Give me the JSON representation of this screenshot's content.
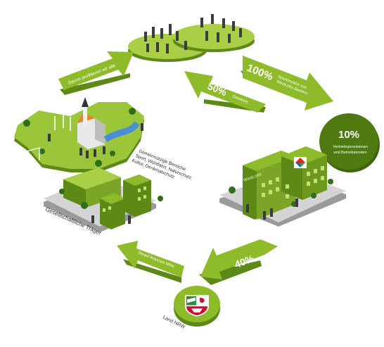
{
  "arrows": {
    "top_left": {
      "text": "Davon profitieren wir alle"
    },
    "top_right": {
      "percent": "100%",
      "text_line1": "Spieleinsätze von",
      "text_line2": "WestLotto-Spielern"
    },
    "middle": {
      "percent": "50%",
      "text": "Gewinne"
    },
    "bottom_right": {
      "percent": "40%"
    },
    "bottom_left": {
      "text": "Darauf finanziert NRW"
    }
  },
  "badge": {
    "percent": "10%",
    "line1": "Vertriebsprovisionen",
    "line2": "und Betriebskosten"
  },
  "labels": {
    "public_areas_title": "Gemeinnützige Bereiche:",
    "public_areas_line1": "Sport, Wohlfahrt, Naturschutz,",
    "public_areas_line2": "Kultur, Denkmalschutz",
    "social_carriers": "Gesellschaftliche Träger",
    "land_nrw": "Land NRW",
    "building_sign": "WestLotto"
  },
  "colors": {
    "green_light": "#a9cf47",
    "green": "#8dbb2a",
    "green_dark": "#5d8a16",
    "badge_dark": "#4f7a12",
    "ground": "#c9c9c9",
    "nrw_red": "#c8102e"
  }
}
